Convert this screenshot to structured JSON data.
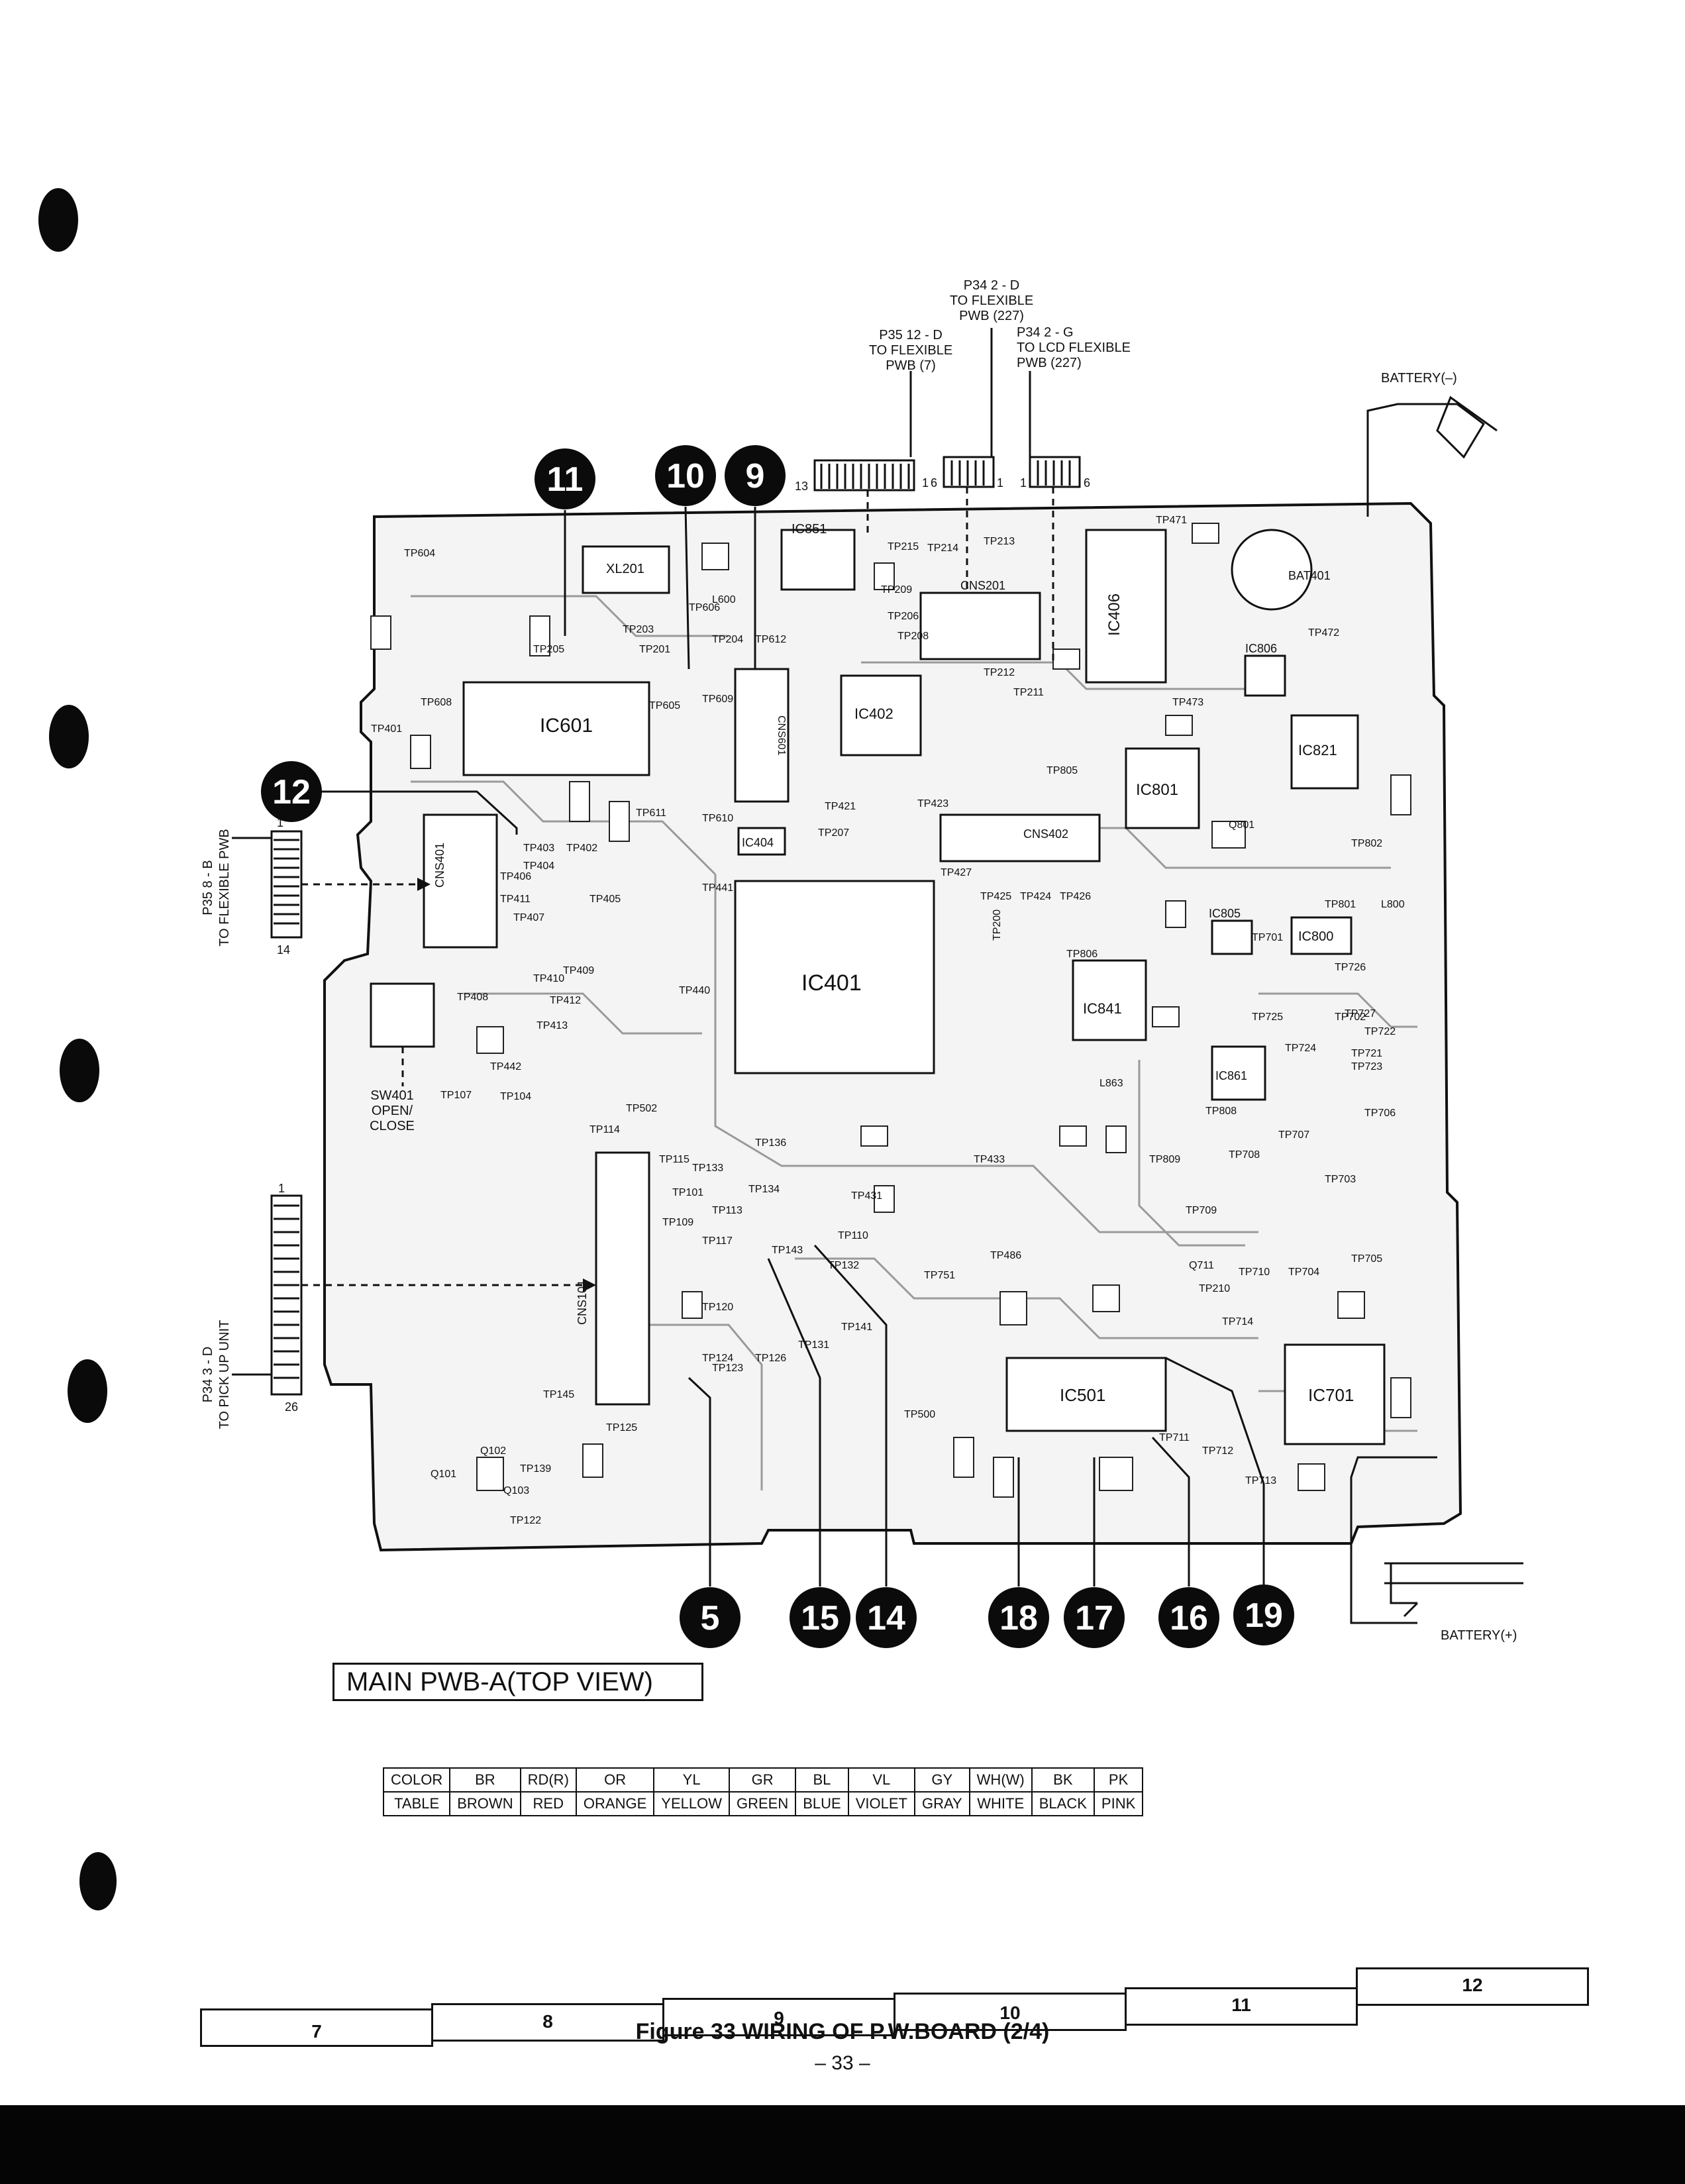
{
  "board_title": "MAIN PWB-A(TOP VIEW)",
  "figure_caption": "Figure 33  WIRING OF P.W.BOARD (2/4)",
  "page_number": "– 33 –",
  "callouts": [
    "11",
    "10",
    "9",
    "12",
    "5",
    "15",
    "14",
    "18",
    "17",
    "16",
    "19"
  ],
  "connector_notes": {
    "top_a": [
      "P35  12 - D",
      "TO FLEXIBLE",
      "PWB (7)"
    ],
    "top_b": [
      "P34  2 - D",
      "TO FLEXIBLE",
      "PWB (227)"
    ],
    "top_c": [
      "P34  2 - G",
      "TO LCD FLEXIBLE",
      "PWB (227)"
    ],
    "left_a": [
      "P35  8 - B",
      "TO FLEXIBLE PWB"
    ],
    "left_b": [
      "P34  3 - D",
      "TO PICK UP UNIT"
    ],
    "battery_minus": "BATTERY(–)",
    "battery_plus": "BATTERY(+)",
    "switch": [
      "SW401",
      "OPEN/",
      "CLOSE"
    ]
  },
  "connector_pins": {
    "cn_a_left": "13",
    "cn_a_right": "1",
    "cn_b_left": "6",
    "cn_b_right": "1",
    "cn_c_left": "1",
    "cn_c_right": "6",
    "cns401_top": "1",
    "cns401_bottom": "14",
    "cns101_top": "1",
    "cns101_bottom": "26"
  },
  "components": {
    "ic": [
      "IC601",
      "IC851",
      "IC402",
      "IC406",
      "IC401",
      "IC801",
      "IC821",
      "IC805",
      "IC800",
      "IC841",
      "IC861",
      "IC501",
      "IC701",
      "IC404",
      "IC806"
    ],
    "connectors": [
      "CNS201",
      "CNS402",
      "CNS401",
      "CNS101",
      "CNS601"
    ],
    "misc": [
      "XL201",
      "BAT401",
      "L600",
      "L800",
      "L863",
      "Q101",
      "Q102",
      "Q103",
      "Q711",
      "Q801",
      "TP471",
      "TP472",
      "TP473",
      "TP213",
      "TP214",
      "TP215",
      "TP211",
      "TP212",
      "TP401",
      "TP402",
      "TP403",
      "TP404",
      "TP405",
      "TP406",
      "TP407",
      "TP408",
      "TP409",
      "TP410",
      "TP411",
      "TP412",
      "TP413",
      "TP421",
      "TP423",
      "TP424",
      "TP425",
      "TP426",
      "TP427",
      "TP431",
      "TP433",
      "TP440",
      "TP441",
      "TP442",
      "TP486",
      "TP500",
      "TP502",
      "TP604",
      "TP605",
      "TP606",
      "TP608",
      "TP609",
      "TP610",
      "TP611",
      "TP612",
      "TP701",
      "TP702",
      "TP703",
      "TP704",
      "TP705",
      "TP706",
      "TP707",
      "TP708",
      "TP709",
      "TP710",
      "TP711",
      "TP712",
      "TP713",
      "TP714",
      "TP721",
      "TP722",
      "TP723",
      "TP724",
      "TP725",
      "TP726",
      "TP727",
      "TP751",
      "TP801",
      "TP802",
      "TP805",
      "TP806",
      "TP808",
      "TP809",
      "TP101",
      "TP104",
      "TP107",
      "TP109",
      "TP110",
      "TP113",
      "TP114",
      "TP115",
      "TP117",
      "TP120",
      "TP122",
      "TP123",
      "TP124",
      "TP125",
      "TP126",
      "TP131",
      "TP132",
      "TP133",
      "TP134",
      "TP136",
      "TP139",
      "TP141",
      "TP143",
      "TP145",
      "TP200",
      "TP201",
      "TP203",
      "TP204",
      "TP205",
      "TP206",
      "TP207",
      "TP208",
      "TP209",
      "TP210"
    ]
  },
  "color_table": {
    "row_label_1": "COLOR",
    "row_label_2": "TABLE",
    "codes": [
      "BR",
      "RD(R)",
      "OR",
      "YL",
      "GR",
      "BL",
      "VL",
      "GY",
      "WH(W)",
      "BK",
      "PK"
    ],
    "names": [
      "BROWN",
      "RED",
      "ORANGE",
      "YELLOW",
      "GREEN",
      "BLUE",
      "VIOLET",
      "GRAY",
      "WHITE",
      "BLACK",
      "PINK"
    ]
  },
  "grid_columns": [
    "7",
    "8",
    "9",
    "10",
    "11",
    "12"
  ]
}
